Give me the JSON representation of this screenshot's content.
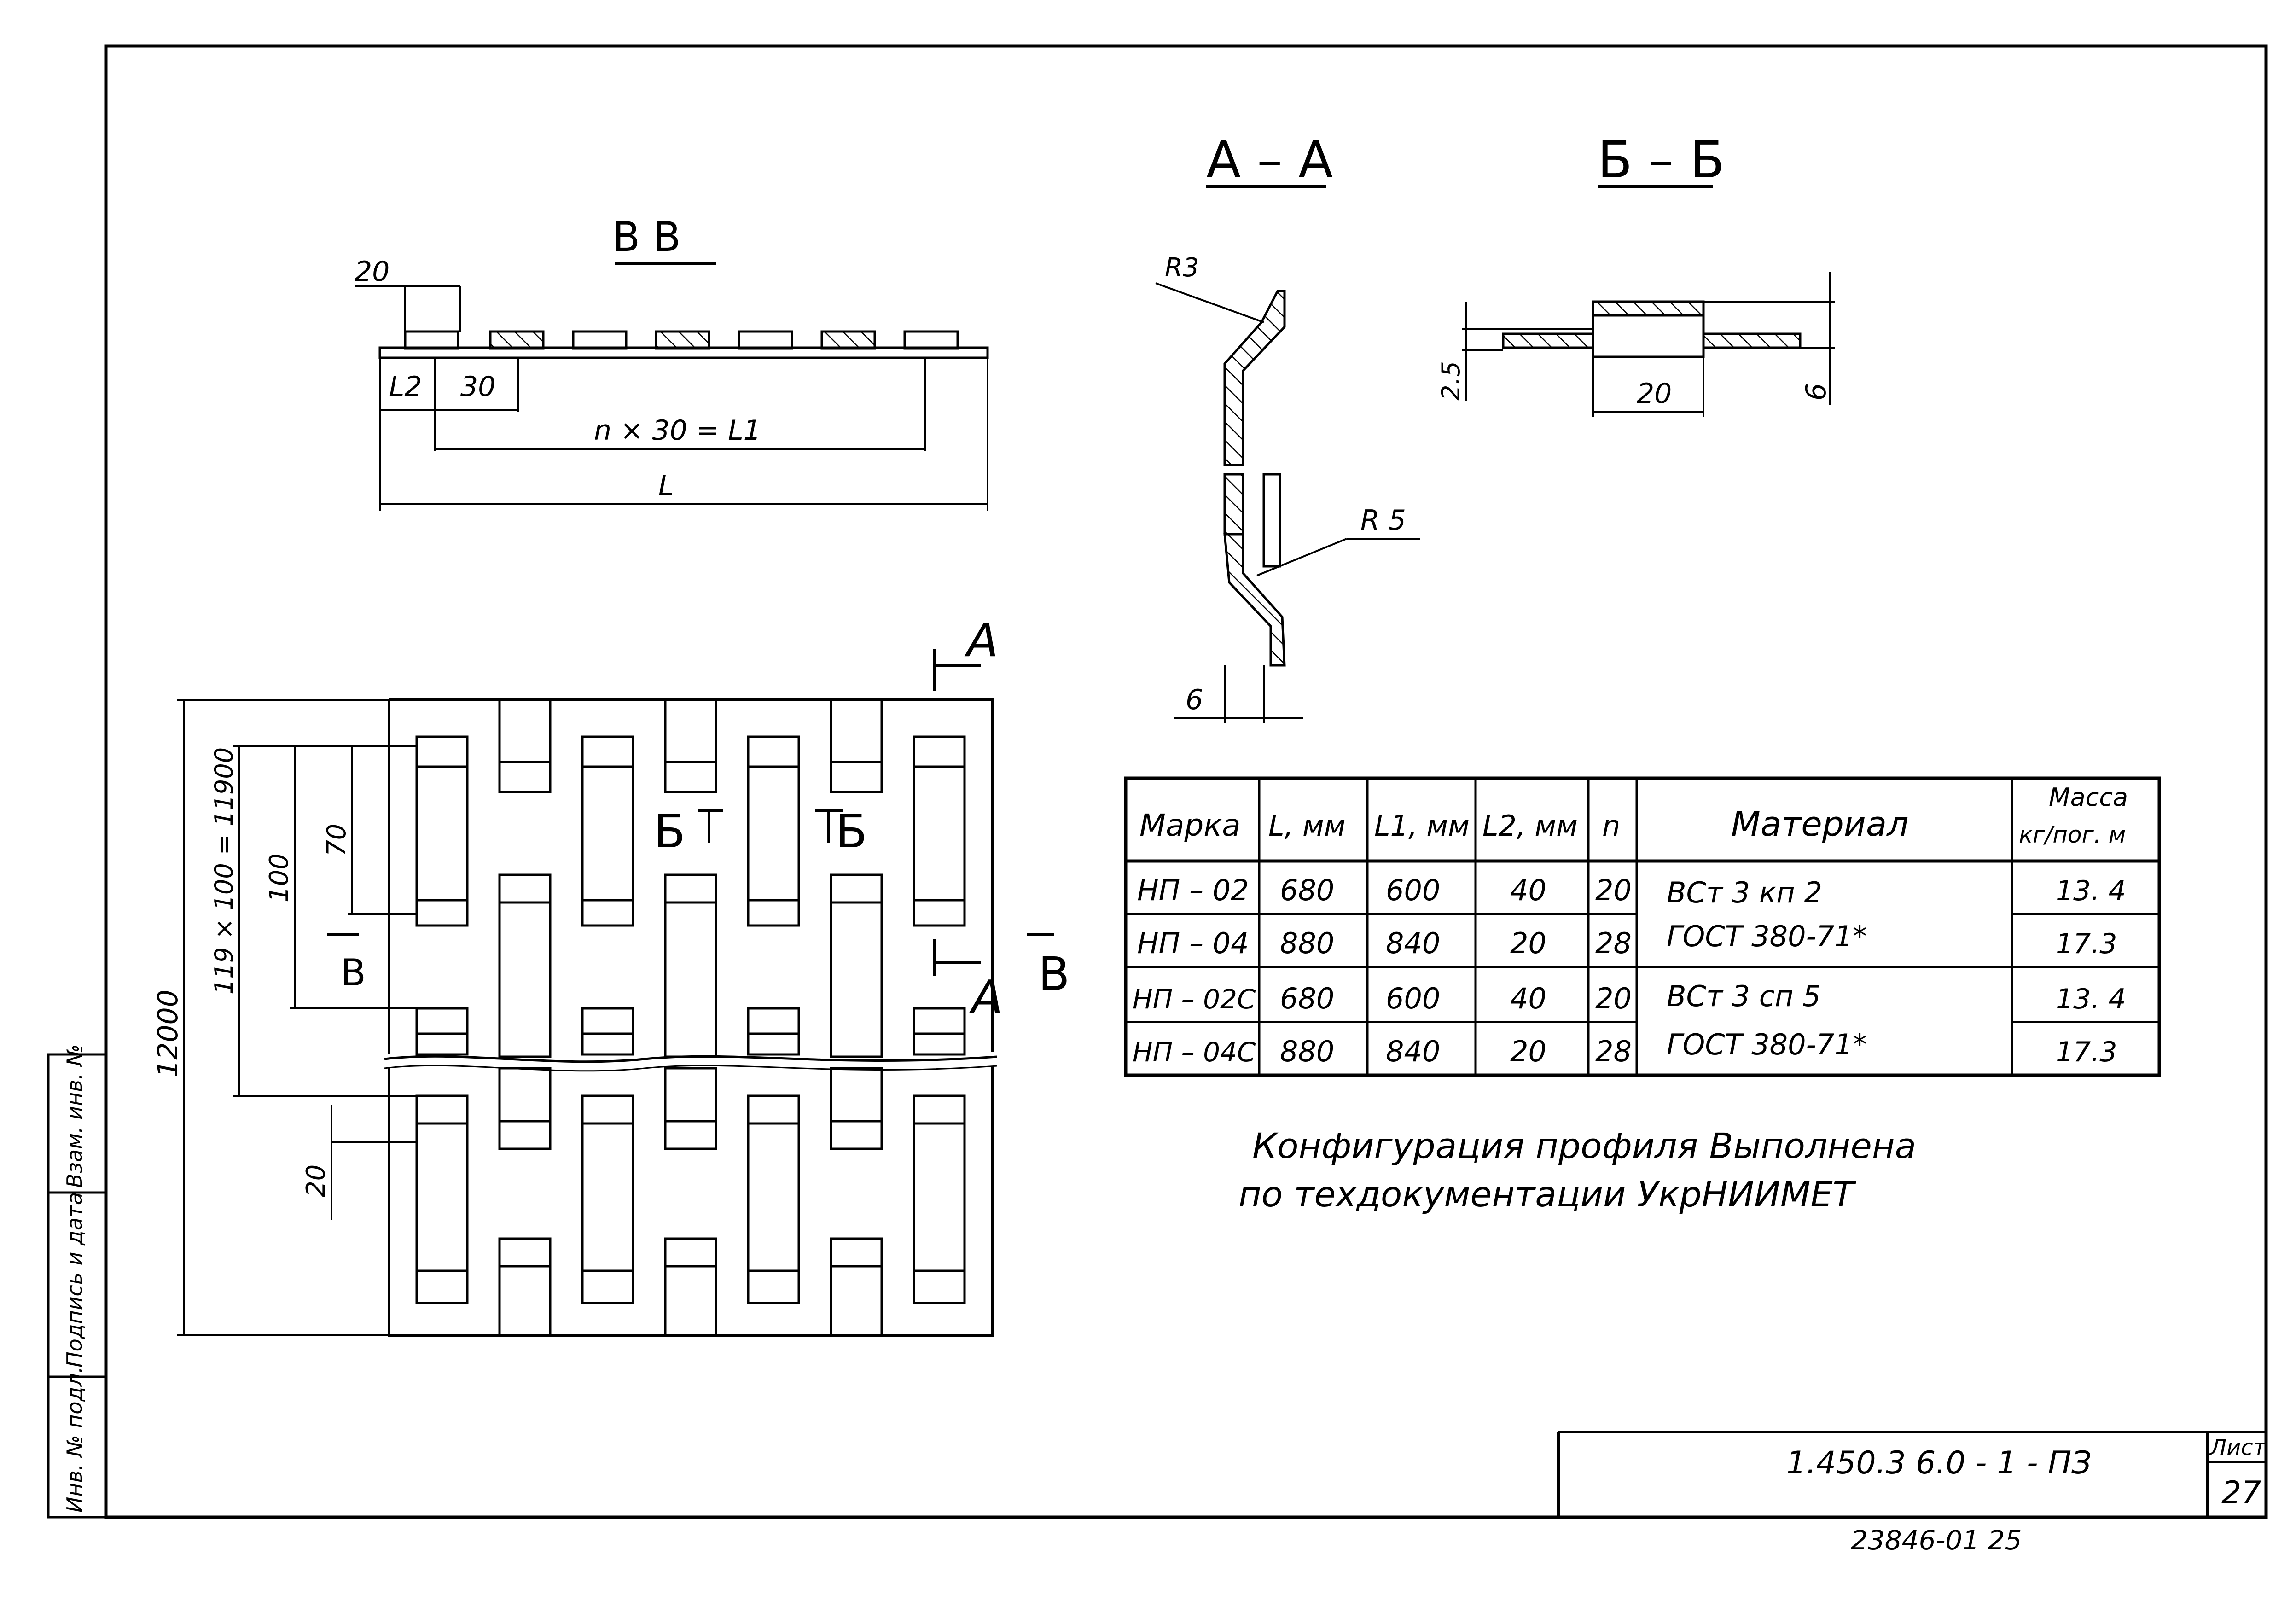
{
  "section_views": {
    "vv": "B   B",
    "aa": "А – А",
    "bb": "Б – Б"
  },
  "vv_dims": {
    "tooth": "20",
    "l2": "L2",
    "pitch": "30",
    "l1_formula": "n × 30  = L1",
    "l": "L"
  },
  "aa_dims": {
    "r_top": "R3",
    "r_bottom": "R 5",
    "thickness": "6"
  },
  "bb_dims": {
    "height": "2.5",
    "width": "20",
    "thickness": "6"
  },
  "plan_dims": {
    "total_length": "12000",
    "row_formula": "119 × 100 = 11900",
    "step": "100",
    "slot": "70",
    "end": "20",
    "mark_a_top": "A",
    "mark_a_bottom": "A",
    "mark_b_left": "Б",
    "mark_b_right": "Б",
    "mark_v_left": "B",
    "mark_v_right": "B"
  },
  "table": {
    "headers": {
      "marka": "Марка",
      "l": "L, мм",
      "l1": "L1, мм",
      "l2": "L2, мм",
      "n": "n",
      "material": "Материал",
      "mass_line1": "Масса",
      "mass_line2": "кг/пог. м"
    },
    "rows": [
      {
        "marka": "НП – 02",
        "l": "680",
        "l1": "600",
        "l2": "40",
        "n": "20",
        "mass": "13. 4"
      },
      {
        "marka": "НП – 04",
        "l": "880",
        "l1": "840",
        "l2": "20",
        "n": "28",
        "mass": "17.3"
      },
      {
        "marka": "НП – 02С",
        "l": "680",
        "l1": "600",
        "l2": "40",
        "n": "20",
        "mass": "13. 4"
      },
      {
        "marka": "НП – 04С",
        "l": "880",
        "l1": "840",
        "l2": "20",
        "n": "28",
        "mass": "17.3"
      }
    ],
    "materials": [
      {
        "line1": "ВСт 3 кп 2",
        "line2": "ГОСТ  380-71*"
      },
      {
        "line1": "ВСт 3 сп 5",
        "line2": "ГОСТ  380-71*"
      }
    ]
  },
  "note": {
    "line1": "Конфигурация  профиля  Выполнена",
    "line2": "по  техдокументации  УкрНИИМЕТ"
  },
  "title_block": {
    "code": "1.450.3   6.0 - 1 - ПЗ",
    "sheet_label": "Лист",
    "sheet_number": "27"
  },
  "bottom_stamp": "23846-01      25",
  "margin_labels": {
    "inv_podl": "Инв. № подл.",
    "podpis_data": "Подпись и дата",
    "vzam_inv": "Взам. инв. №"
  }
}
